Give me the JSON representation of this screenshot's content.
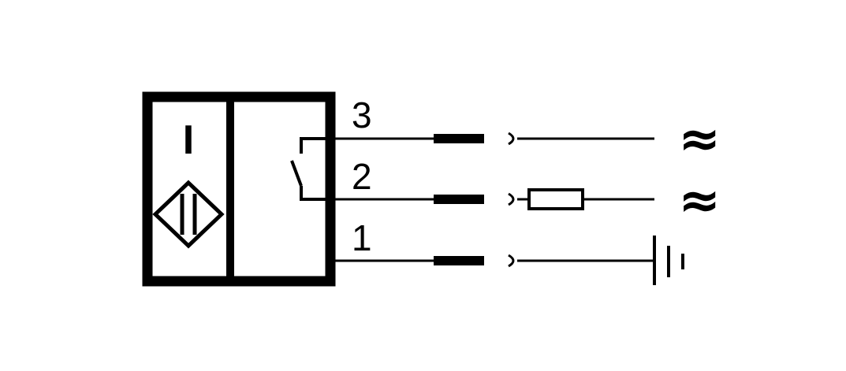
{
  "sensor": {
    "type_letter": "I"
  },
  "pins": [
    {
      "number": "3"
    },
    {
      "number": "2"
    },
    {
      "number": "1"
    }
  ],
  "supply": {
    "ac_symbol_upper": "≈",
    "ac_symbol_lower": "≈"
  },
  "colors": {
    "line": "#000000",
    "background": "#ffffff"
  },
  "icons": {
    "sensor": "inductive-proximity-sensor-icon",
    "switch": "normally-open-switch-icon",
    "load": "resistor-load-icon",
    "ground": "ground-icon",
    "ac_source": "ac-supply-icon"
  }
}
